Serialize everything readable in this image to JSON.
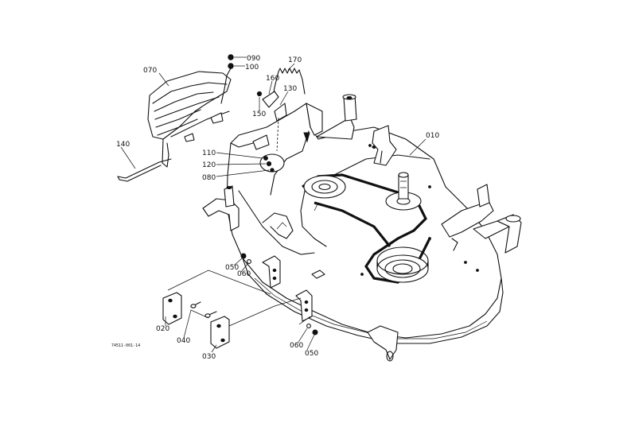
{
  "labels": {
    "p070": "070",
    "p090": "090",
    "p100": "100",
    "p170": "170",
    "p160": "160",
    "p130": "130",
    "p150": "150",
    "p010": "010",
    "p140": "140",
    "p110": "110",
    "p120": "120",
    "p080": "080",
    "p050a": "050",
    "p060a": "060",
    "p020": "020",
    "p040": "040",
    "p030": "030",
    "p060b": "060",
    "p050b": "050"
  },
  "reference_code": "74511-001-14"
}
